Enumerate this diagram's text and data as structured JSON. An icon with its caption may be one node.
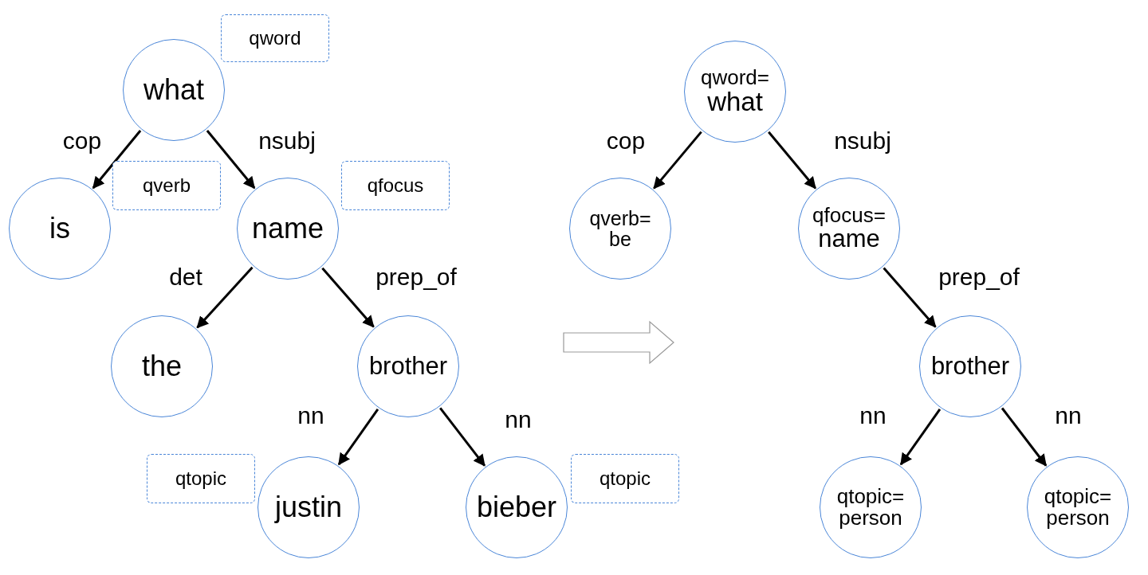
{
  "diagram": {
    "nodes": [
      {
        "text": [
          "qword"
        ]
      },
      {
        "text": [
          "what"
        ]
      },
      {
        "text": [
          "is"
        ]
      },
      {
        "text": [
          "qverb"
        ]
      },
      {
        "text": [
          "name"
        ]
      },
      {
        "text": [
          "qfocus"
        ]
      },
      {
        "text": [
          "the"
        ]
      },
      {
        "text": [
          "brother"
        ]
      },
      {
        "text": [
          "qtopic"
        ]
      },
      {
        "text": [
          "justin"
        ]
      },
      {
        "text": [
          "bieber"
        ]
      },
      {
        "text": [
          "qtopic"
        ]
      },
      {
        "text": [
          "qword=",
          "what"
        ]
      },
      {
        "text": [
          "qverb=",
          "be"
        ]
      },
      {
        "text": [
          "qfocus=",
          "name"
        ]
      },
      {
        "text": [
          "brother"
        ]
      },
      {
        "text": [
          "qtopic=",
          "person"
        ]
      },
      {
        "text": [
          "qtopic=",
          "person"
        ]
      }
    ],
    "edges": [
      {
        "from": 1,
        "to": 2,
        "arrow": "to",
        "label": "cop"
      },
      {
        "from": 1,
        "to": 4,
        "arrow": "to",
        "label": "nsubj"
      },
      {
        "from": 4,
        "to": 6,
        "arrow": "to",
        "label": "det"
      },
      {
        "from": 4,
        "to": 7,
        "arrow": "to",
        "label": "prep_of"
      },
      {
        "from": 7,
        "to": 9,
        "arrow": "to",
        "label": "nn"
      },
      {
        "from": 7,
        "to": 10,
        "arrow": "to",
        "label": "nn"
      },
      {
        "from": 12,
        "to": 13,
        "arrow": "to",
        "label": "cop"
      },
      {
        "from": 12,
        "to": 14,
        "arrow": "to",
        "label": "nsubj"
      },
      {
        "from": 14,
        "to": 15,
        "arrow": "to",
        "label": "prep_of"
      },
      {
        "from": 15,
        "to": 16,
        "arrow": "to",
        "label": "nn"
      },
      {
        "from": 15,
        "to": 17,
        "arrow": "to",
        "label": "nn"
      }
    ]
  }
}
